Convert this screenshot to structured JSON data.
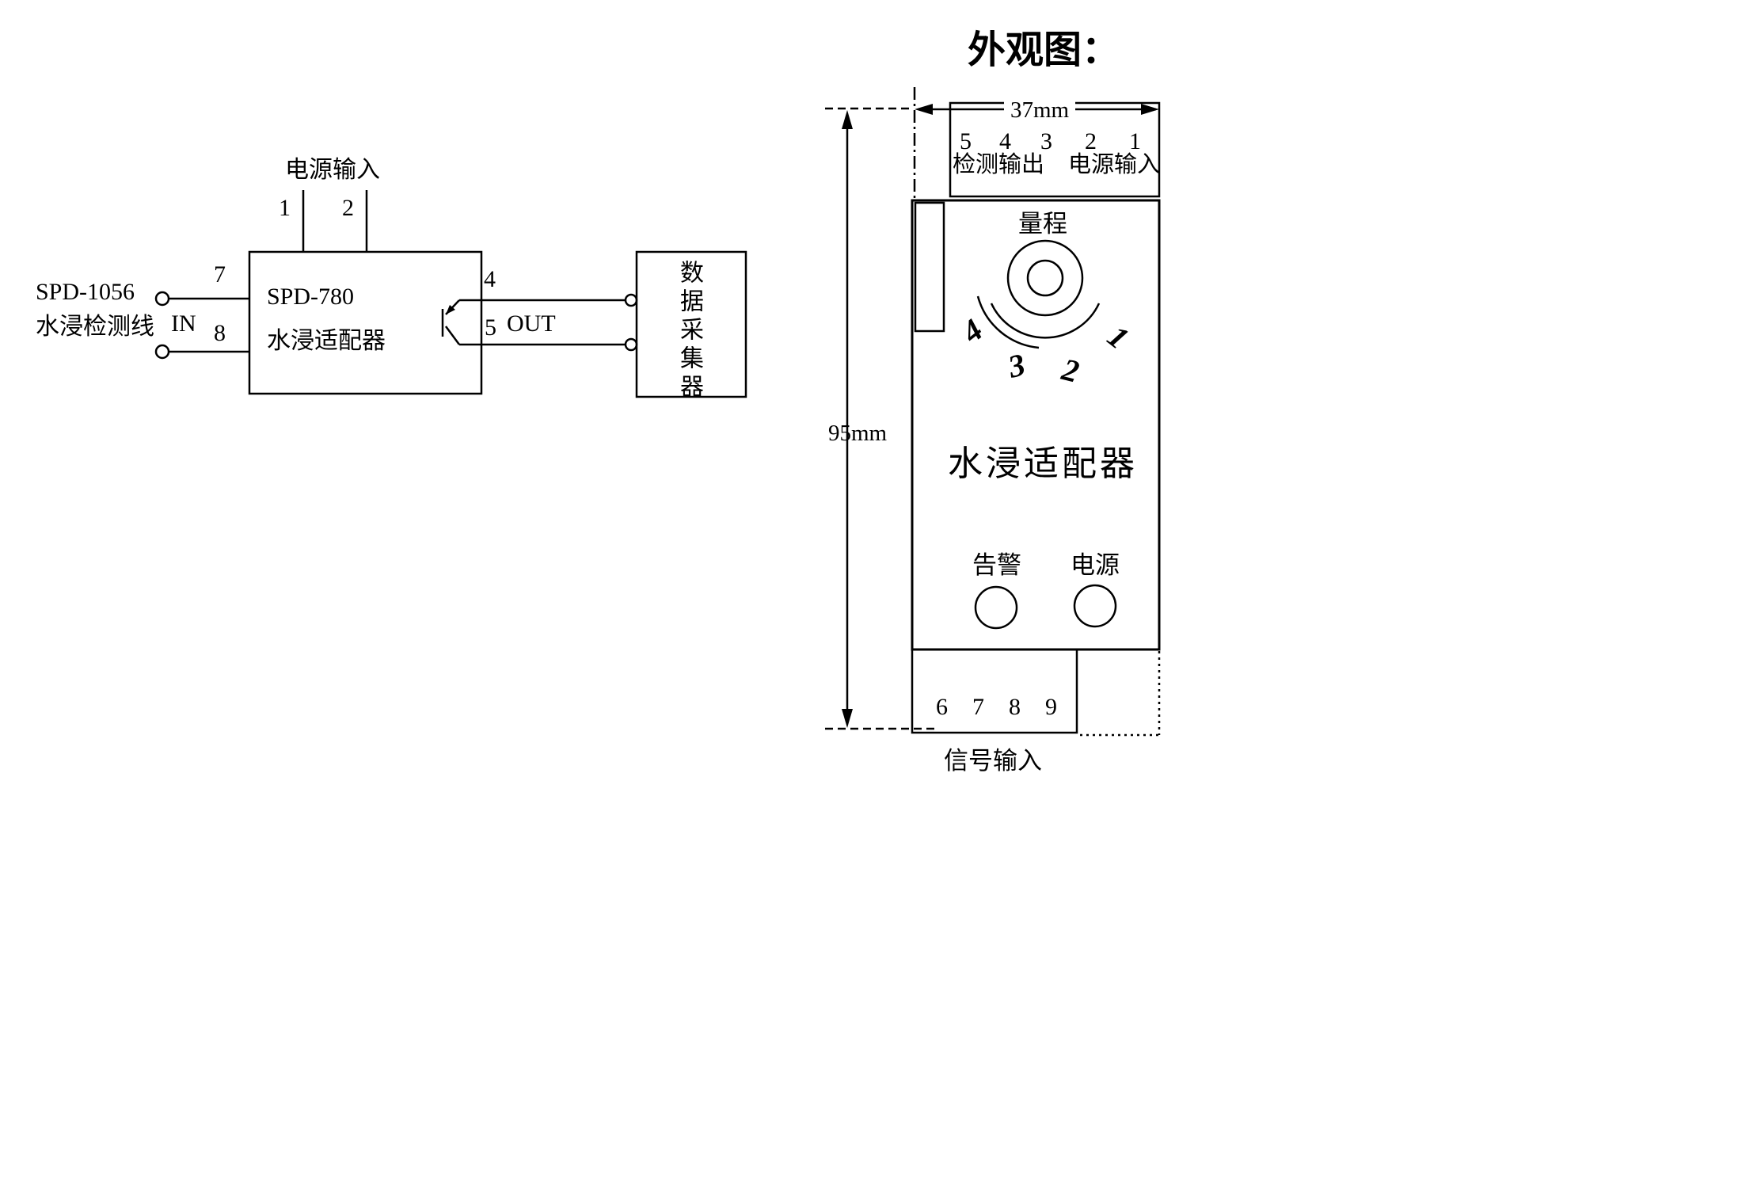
{
  "colors": {
    "ink": "#000000",
    "paper": "#ffffff"
  },
  "left_diagram": {
    "power_input_label": "电源输入",
    "pin_1": "1",
    "pin_2": "2",
    "pin_7": "7",
    "pin_8": "8",
    "pin_4": "4",
    "pin_5": "5",
    "in_label": "IN",
    "out_label": "OUT",
    "sensor_model": "SPD-1056",
    "sensor_name": "水浸检测线",
    "adapter_model": "SPD-780",
    "adapter_name": "水浸适配器",
    "collector_name": "数据采集器"
  },
  "appearance": {
    "title": "外观图：",
    "width_dimension": "37mm",
    "height_dimension": "95mm",
    "top_terminal_numbers": [
      "5",
      "4",
      "3",
      "2",
      "1"
    ],
    "top_label_left": "检测输出",
    "top_label_right": "电源输入",
    "range_label": "量程",
    "range_scale": [
      "4",
      "3",
      "2",
      "1"
    ],
    "device_name": "水浸适配器",
    "alarm_label": "告警",
    "power_label": "电源",
    "bottom_terminal_numbers": [
      "6",
      "7",
      "8",
      "9"
    ],
    "bottom_label": "信号输入"
  }
}
